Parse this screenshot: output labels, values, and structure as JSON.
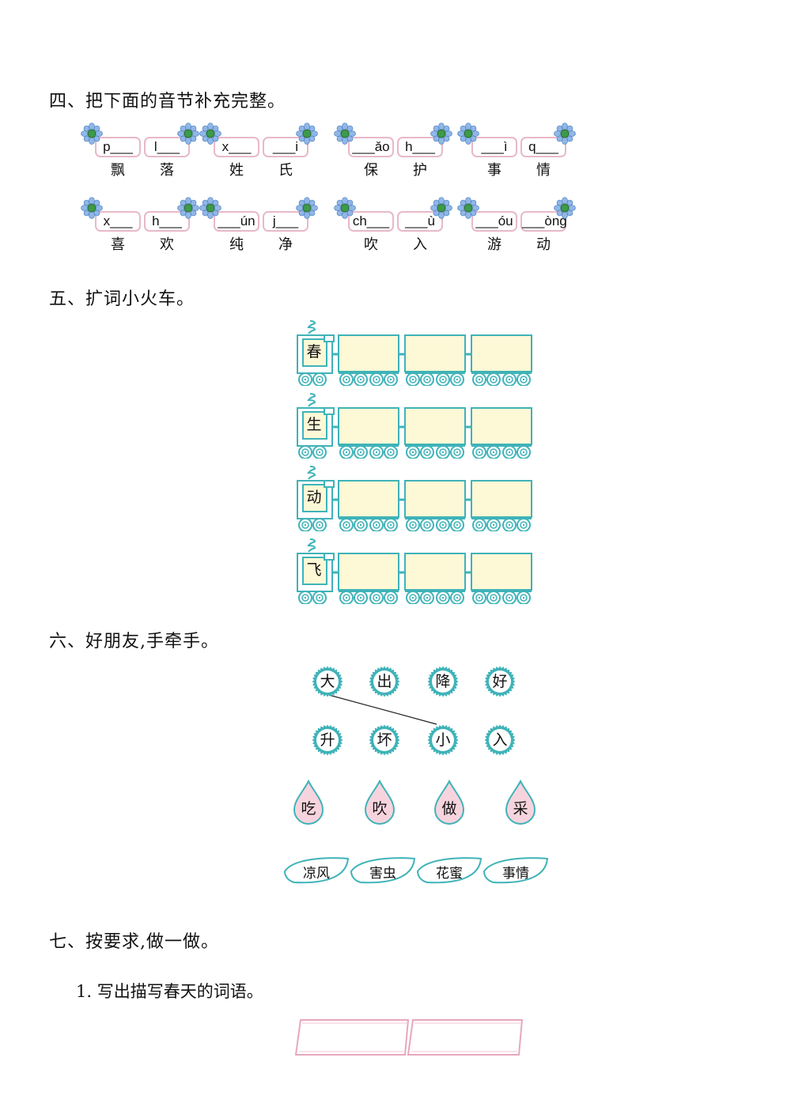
{
  "section4": {
    "title": "四、把下面的音节补充完整。",
    "groups": [
      {
        "pinyin": [
          "p___",
          "l___"
        ],
        "chars": [
          "飘",
          "落"
        ]
      },
      {
        "pinyin": [
          "x___",
          "___i"
        ],
        "chars": [
          "姓",
          "氏"
        ]
      },
      {
        "pinyin": [
          "___ǎo",
          "h___"
        ],
        "chars": [
          "保",
          "护"
        ]
      },
      {
        "pinyin": [
          "___ì",
          "q___"
        ],
        "chars": [
          "事",
          "情"
        ]
      },
      {
        "pinyin": [
          "x___",
          "h___"
        ],
        "chars": [
          "喜",
          "欢"
        ]
      },
      {
        "pinyin": [
          "___ún",
          "j___"
        ],
        "chars": [
          "纯",
          "净"
        ]
      },
      {
        "pinyin": [
          "ch___",
          "___ù"
        ],
        "chars": [
          "吹",
          "入"
        ]
      },
      {
        "pinyin": [
          "___óu",
          "___òng"
        ],
        "chars": [
          "游",
          "动"
        ]
      }
    ]
  },
  "section5": {
    "title": "五、扩词小火车。",
    "trains": [
      "春",
      "生",
      "动",
      "飞"
    ]
  },
  "section6": {
    "title": "六、好朋友,手牵手。",
    "row1": [
      "大",
      "出",
      "降",
      "好"
    ],
    "row2": [
      "升",
      "坏",
      "小",
      "入"
    ],
    "drops": [
      "吃",
      "吹",
      "做",
      "采"
    ],
    "leaves": [
      "凉风",
      "害虫",
      "花蜜",
      "事情"
    ]
  },
  "section7": {
    "title": "七、按要求,做一做。",
    "q1": "1. 写出描写春天的词语。"
  },
  "colors": {
    "teal": "#3fb3b8",
    "cream": "#fdf8d6",
    "pink": "#f7d4dd",
    "pinkBorder": "#e8b9c8"
  }
}
